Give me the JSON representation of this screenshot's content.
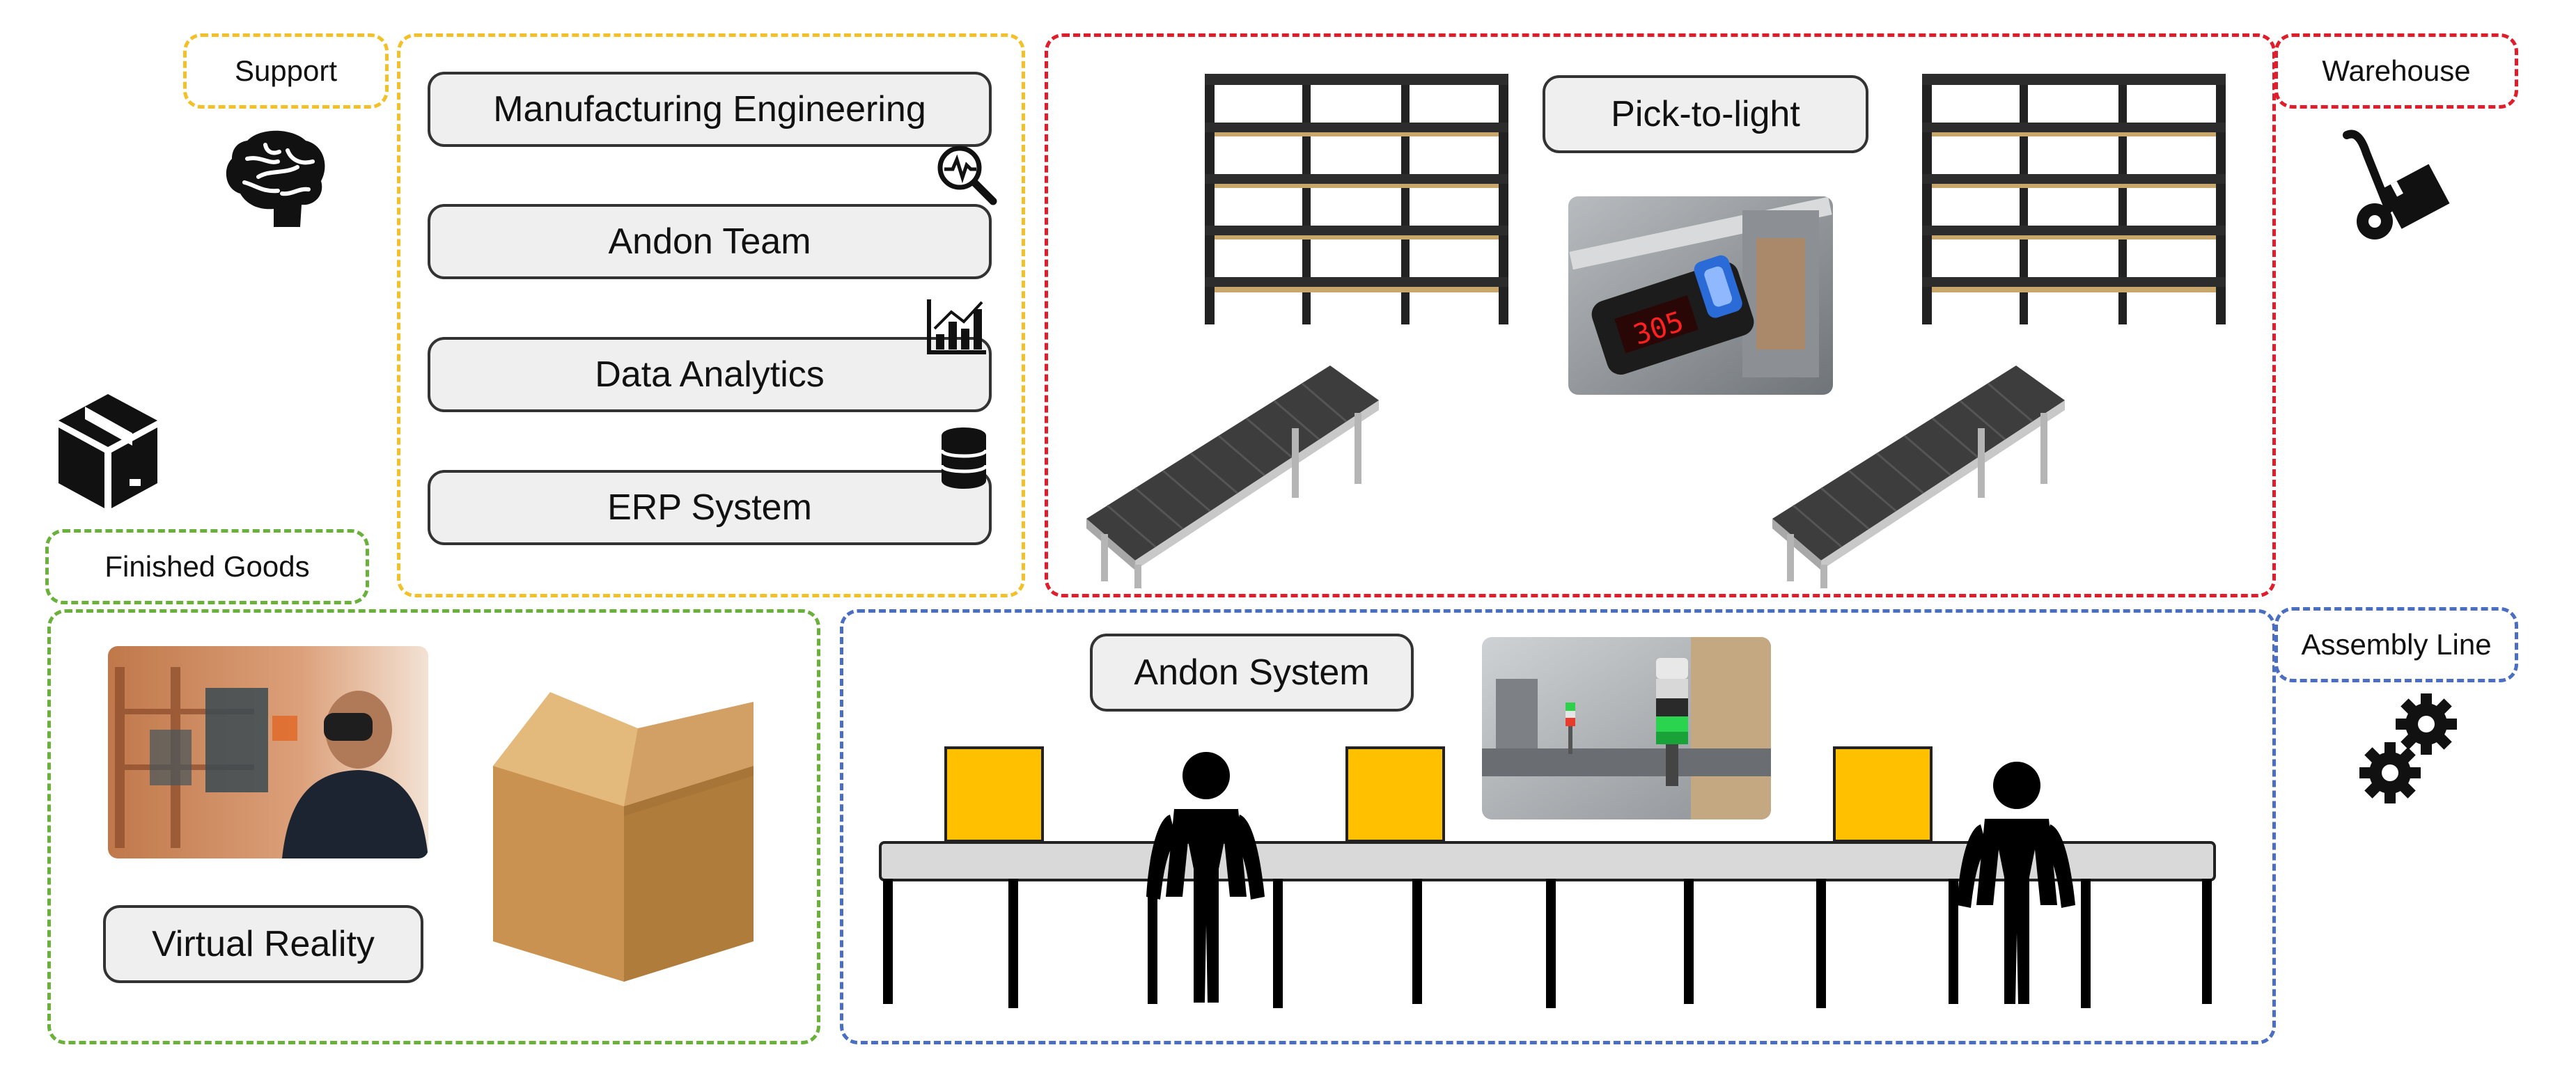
{
  "tags": {
    "support": "Support",
    "warehouse": "Warehouse",
    "finished_goods": "Finished Goods",
    "assembly_line": "Assembly Line"
  },
  "support_systems": [
    {
      "label": "Manufacturing Engineering",
      "icon": "magnifier-pulse-icon"
    },
    {
      "label": "Andon Team",
      "icon": "bar-chart-icon"
    },
    {
      "label": "Data Analytics",
      "icon": "database-icon"
    },
    {
      "label": "ERP System",
      "icon": ""
    }
  ],
  "warehouse": {
    "pick_label": "Pick-to-light",
    "display_digits": "305"
  },
  "finished_goods": {
    "vr_label": "Virtual Reality"
  },
  "assembly": {
    "andon_label": "Andon System"
  },
  "colors": {
    "support": "#f2c12a",
    "warehouse": "#e01e2b",
    "finished_goods": "#6ab13c",
    "assembly_line": "#4a6fc2",
    "product_box": "#ffc000",
    "conveyor": "#d9d9d9"
  }
}
